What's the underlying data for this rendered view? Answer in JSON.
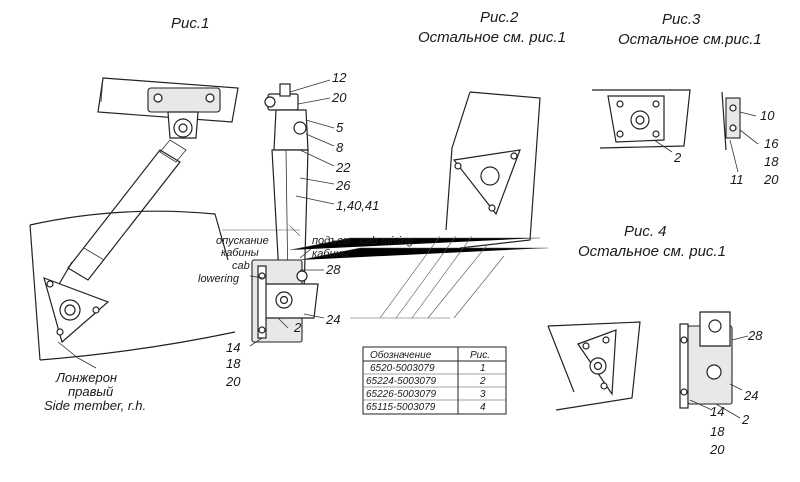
{
  "figures": {
    "fig1": {
      "title": "Рис.1"
    },
    "fig2": {
      "title": "Рис.2",
      "note": "Остальное см. рис.1"
    },
    "fig3": {
      "title": "Рис.3",
      "note": "Остальное см.рис.1"
    },
    "fig4": {
      "title": "Рис. 4",
      "note": "Остальное см. рис.1"
    }
  },
  "fig1_labels": {
    "side_member_ru1": "Лонжерон",
    "side_member_ru2": "правый",
    "side_member_en": "Side member, r.h.",
    "lowering_ru1": "опускание",
    "lowering_ru2": "кабины",
    "lowering_en1": "cab",
    "lowering_en2": "lowering",
    "raising_ru": "подъем",
    "raising_en": "cab raising",
    "raising_ru2": "кабины"
  },
  "callouts": {
    "c12": "12",
    "c20a": "20",
    "c5": "5",
    "c8": "8",
    "c22": "22",
    "c26": "26",
    "c1_40_41": "1,40,41",
    "c28": "28",
    "c24": "24",
    "c2": "2",
    "c14": "14",
    "c18": "18",
    "c20b": "20"
  },
  "fig3_callouts": {
    "c2": "2",
    "c10": "10",
    "c16": "16",
    "c18": "18",
    "c20": "20",
    "c11": "11"
  },
  "fig4_callouts": {
    "c28": "28",
    "c24": "24",
    "c14": "14",
    "c2": "2",
    "c18": "18",
    "c20": "20"
  },
  "table": {
    "headers": [
      "Обозначение",
      "Рис."
    ],
    "rows": [
      [
        "6520-5003079",
        "1"
      ],
      [
        "65224-5003079",
        "2"
      ],
      [
        "65226-5003079",
        "3"
      ],
      [
        "65115-5003079",
        "4"
      ]
    ]
  }
}
